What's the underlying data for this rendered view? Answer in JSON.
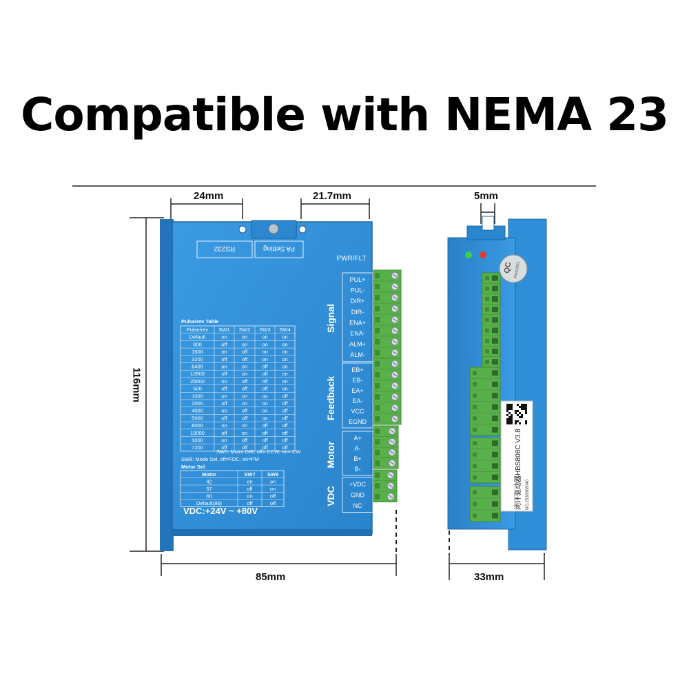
{
  "title": "Compatible with NEMA 23",
  "dimensions": {
    "top_left": "24mm",
    "top_right": "21.7mm",
    "side_top": "5mm",
    "height": "116mm",
    "width": "85mm",
    "depth": "33mm"
  },
  "front_panel": {
    "rs232": "RS232",
    "pa_setting": "PA Setting",
    "pwr_flt": "PWR/FLT",
    "group_labels": [
      "Signal",
      "Feedback",
      "Motor",
      "VDC"
    ],
    "signal_pins": [
      "PUL+",
      "PUL-",
      "DIR+",
      "DIR-",
      "ENA+",
      "ENA-",
      "ALM+",
      "ALM-"
    ],
    "feedback_pins": [
      "EB+",
      "EB-",
      "EA+",
      "EA-",
      "VCC",
      "EGND"
    ],
    "motor_pins": [
      "A+",
      "A-",
      "B+",
      "B-"
    ],
    "power_pins": [
      "+VDC",
      "GND",
      "NC"
    ],
    "pulse_table": {
      "title": "Pulse/rev Table",
      "headers": [
        "Pulse/rev",
        "SW1",
        "SW2",
        "SW3",
        "SW4"
      ],
      "rows": [
        [
          "Default",
          "on",
          "on",
          "on",
          "on"
        ],
        [
          "800",
          "off",
          "on",
          "on",
          "on"
        ],
        [
          "1600",
          "on",
          "off",
          "on",
          "on"
        ],
        [
          "3200",
          "off",
          "off",
          "on",
          "on"
        ],
        [
          "6400",
          "on",
          "on",
          "off",
          "on"
        ],
        [
          "12800",
          "off",
          "on",
          "off",
          "on"
        ],
        [
          "25600",
          "on",
          "off",
          "off",
          "on"
        ],
        [
          "500",
          "off",
          "off",
          "off",
          "on"
        ],
        [
          "1000",
          "on",
          "on",
          "on",
          "off"
        ],
        [
          "2000",
          "off",
          "on",
          "on",
          "off"
        ],
        [
          "4000",
          "on",
          "off",
          "on",
          "off"
        ],
        [
          "5000",
          "off",
          "off",
          "on",
          "off"
        ],
        [
          "8000",
          "on",
          "on",
          "off",
          "off"
        ],
        [
          "10000",
          "off",
          "on",
          "off",
          "off"
        ],
        [
          "3000",
          "on",
          "off",
          "off",
          "off"
        ],
        [
          "7200",
          "off",
          "off",
          "off",
          "off"
        ]
      ]
    },
    "sw5_note": "SW5: Motor DIR, off= CCW, on= CW",
    "sw6_note": "SW6: Mode Sel, off=FOC, on=PM",
    "motor_table": {
      "title": "Motor Sel",
      "headers": [
        "Motor",
        "SW7",
        "SW8"
      ],
      "rows": [
        [
          "42",
          "on",
          "on"
        ],
        [
          "57",
          "off",
          "on"
        ],
        [
          "60",
          "on",
          "off"
        ],
        [
          "Default(86)",
          "off",
          "off"
        ]
      ]
    },
    "vdc": "VDC:+24V ~ +80V"
  },
  "side_panel": {
    "qc_label": "QC",
    "qc_sub": "PASSED",
    "model": "闭环驱动器HBS808C V3.8",
    "serial": "NO.2536568040"
  },
  "colors": {
    "body": "#2f8ed8",
    "body_dark": "#1d6cb0",
    "terminal": "#58b04a",
    "terminal_dark": "#3f8a34"
  }
}
